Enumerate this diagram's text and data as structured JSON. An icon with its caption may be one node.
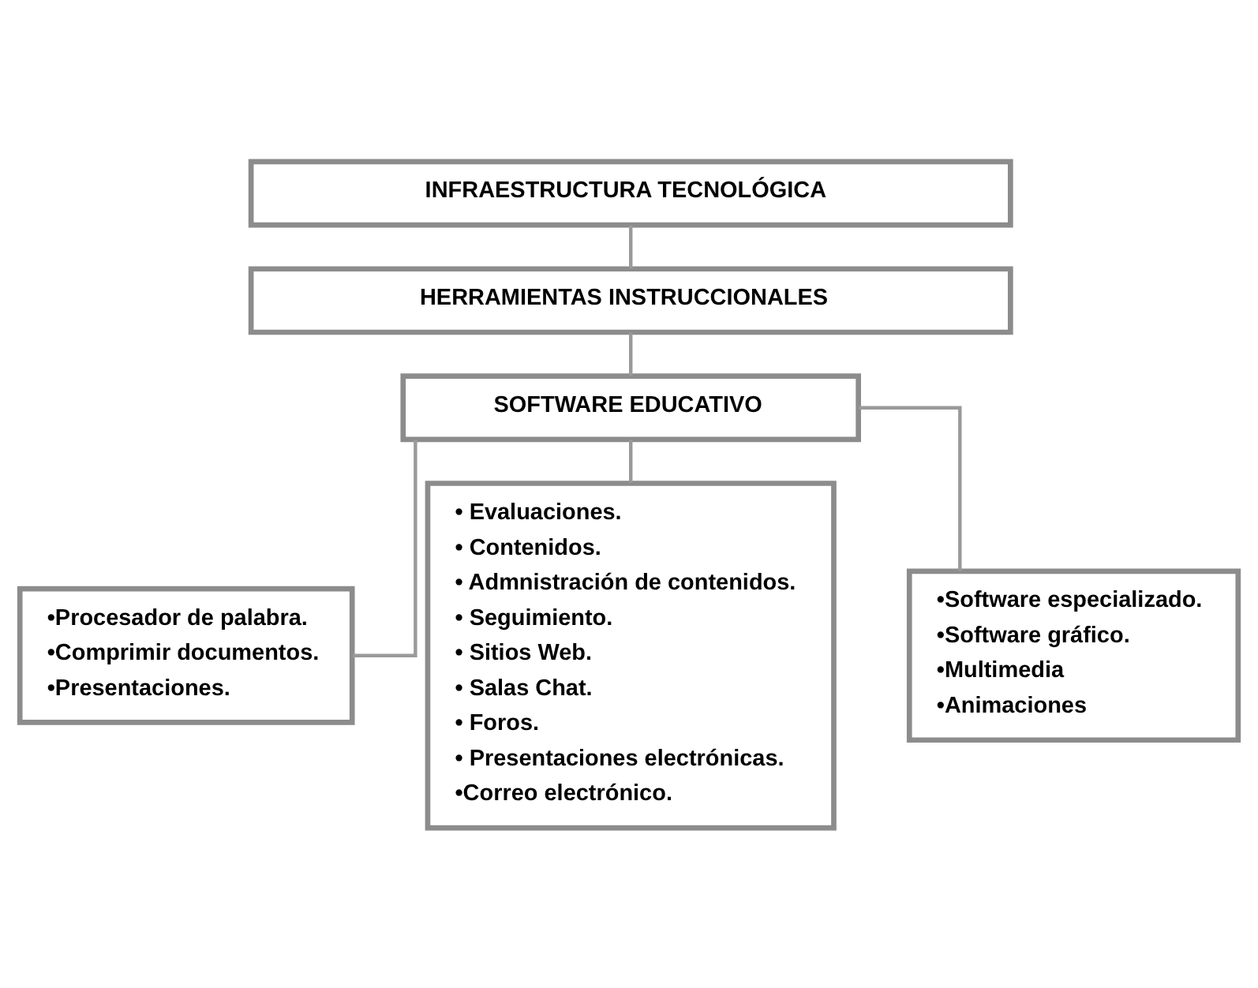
{
  "diagram": {
    "nodes": [
      {
        "text": [
          "INFRAESTRUCTURA TECNOLÓGICA"
        ]
      },
      {
        "text": [
          "HERRAMIENTAS INSTRUCCIONALES"
        ]
      },
      {
        "text": [
          "SOFTWARE EDUCATIVO"
        ]
      },
      {
        "text": [
          "•Procesador de palabra.",
          "•Comprimir documentos.",
          "•Presentaciones."
        ]
      },
      {
        "text": [
          "• Evaluaciones.",
          "• Contenidos.",
          "• Admnistración de contenidos.",
          "• Seguimiento.",
          "• Sitios Web.",
          "• Salas Chat.",
          "• Foros.",
          "• Presentaciones electrónicas.",
          "•Correo electrónico."
        ]
      },
      {
        "text": [
          "•Software especializado.",
          "•Software gráfico.",
          "•Multimedia",
          "•Animaciones"
        ]
      }
    ],
    "edges": [
      {
        "from": 0,
        "to": 1,
        "arrow": "none"
      },
      {
        "from": 1,
        "to": 2,
        "arrow": "none"
      },
      {
        "from": 2,
        "to": 3,
        "arrow": "none"
      },
      {
        "from": 2,
        "to": 4,
        "arrow": "none"
      },
      {
        "from": 2,
        "to": 5,
        "arrow": "none"
      }
    ]
  }
}
